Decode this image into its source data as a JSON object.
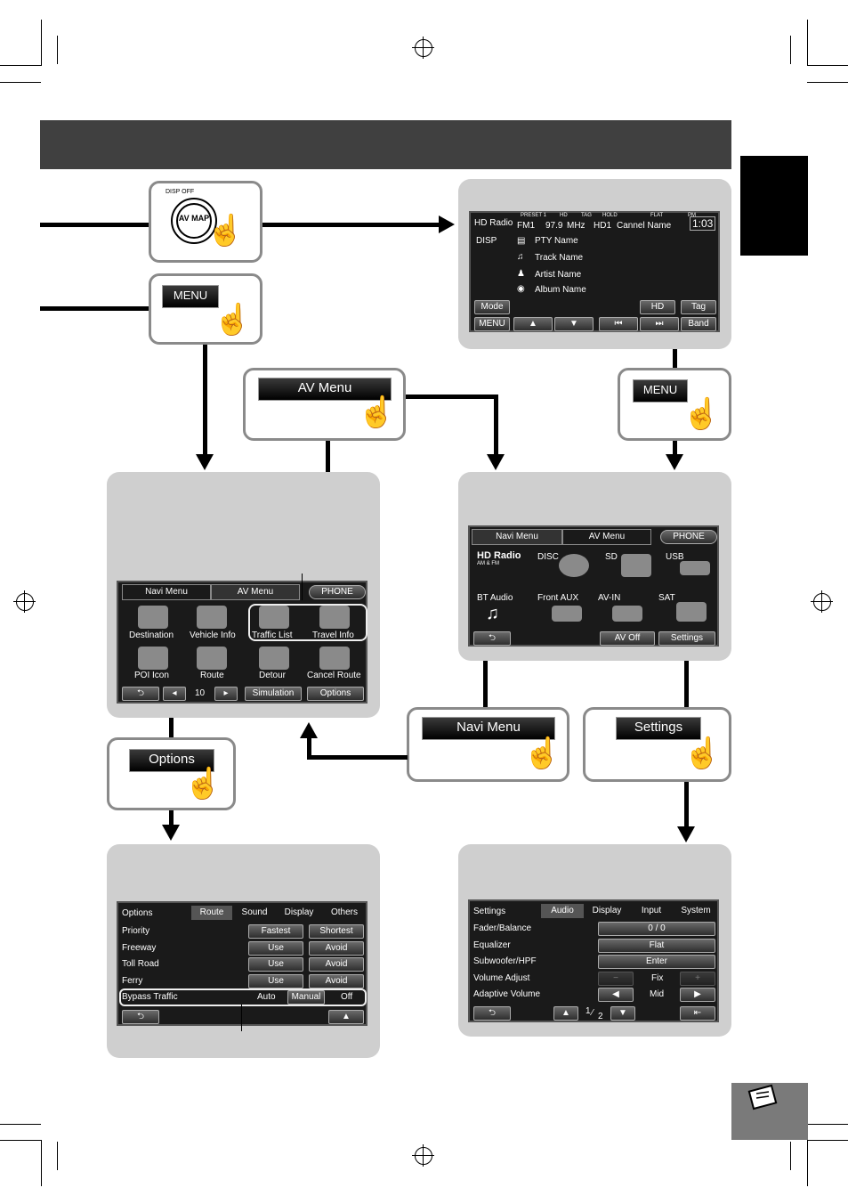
{
  "flow": {
    "disp_off_label": "DISP OFF",
    "av_map_label": "AV MAP",
    "menu_button": "MENU",
    "av_menu_button": "AV Menu",
    "menu_button_right": "MENU",
    "navi_menu_button": "Navi Menu",
    "settings_button": "Settings",
    "options_button": "Options"
  },
  "radio_screen": {
    "logo": "HD Radio",
    "preset_tag": "PRESET 1",
    "hd_tag": "HD",
    "tag_tag": "TAG",
    "hold_tag": "HOLD",
    "flat_tag": "FLAT",
    "am_pm": "PM",
    "band": "FM1",
    "frequency": "97.9",
    "unit": "MHz",
    "channel": "HD1",
    "channel_name": "Cannel Name",
    "clock": "1:03",
    "disp": "DISP",
    "items": [
      "PTY Name",
      "Track Name",
      "Artist Name",
      "Album Name"
    ],
    "mode": "Mode",
    "hd_search": "HD",
    "tag": "Tag",
    "menu": "MENU",
    "band_btn": "Band"
  },
  "navi_screen": {
    "tabs": [
      "Navi Menu",
      "AV Menu"
    ],
    "phone": "PHONE",
    "items_row1": [
      "Destination",
      "Vehicle Info",
      "Traffic List",
      "Travel Info"
    ],
    "items_row2": [
      "POI Icon",
      "Route",
      "Detour",
      "Cancel Route"
    ],
    "volume": "10",
    "simulation": "Simulation",
    "options": "Options"
  },
  "av_screen": {
    "tabs": [
      "Navi Menu",
      "AV Menu"
    ],
    "phone": "PHONE",
    "sources_row1": [
      "HD Radio",
      "DISC",
      "SD",
      "USB"
    ],
    "hd_sub": "AM & FM",
    "sources_row2": [
      "BT Audio",
      "Front AUX",
      "AV-IN",
      "SAT"
    ],
    "av_off": "AV Off",
    "settings": "Settings"
  },
  "options_screen": {
    "title": "Options",
    "tabs": [
      "Route",
      "Sound",
      "Display",
      "Others"
    ],
    "rows": [
      {
        "label": "Priority",
        "a": "Fastest",
        "b": "Shortest"
      },
      {
        "label": "Freeway",
        "a": "Use",
        "b": "Avoid"
      },
      {
        "label": "Toll Road",
        "a": "Use",
        "b": "Avoid"
      },
      {
        "label": "Ferry",
        "a": "Use",
        "b": "Avoid"
      }
    ],
    "bypass": {
      "label": "Bypass Traffic",
      "a": "Auto",
      "b": "Manual",
      "c": "Off"
    }
  },
  "settings_screen": {
    "title": "Settings",
    "tabs": [
      "Audio",
      "Display",
      "Input",
      "System"
    ],
    "rows": [
      {
        "label": "Fader/Balance",
        "value": "0 / 0"
      },
      {
        "label": "Equalizer",
        "value": "Flat"
      },
      {
        "label": "Subwoofer/HPF",
        "value": "Enter"
      },
      {
        "label": "Volume Adjust",
        "value": "Fix"
      },
      {
        "label": "Adaptive Volume",
        "value": "Mid"
      }
    ],
    "page_num": "1",
    "page_den": "2"
  }
}
